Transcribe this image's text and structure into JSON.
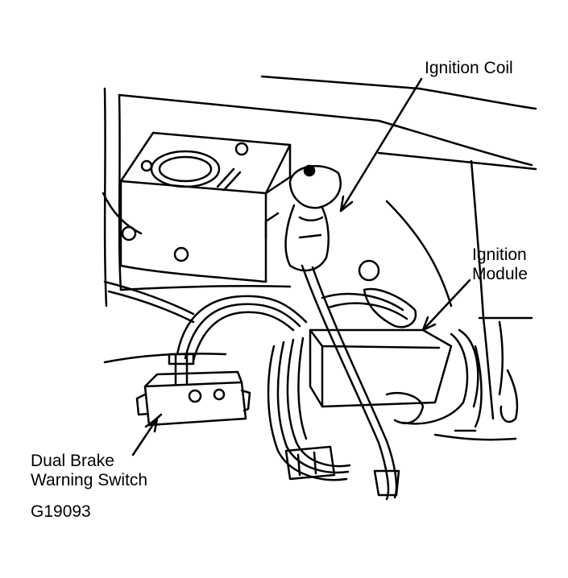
{
  "callouts": {
    "ignition_coil": "Ignition Coil",
    "ignition_module": [
      "Ignition",
      "Module"
    ],
    "brake_switch": [
      "Dual Brake",
      "Warning Switch"
    ]
  },
  "figure_id": "G19093",
  "colors": {
    "ink": "#000000",
    "paper": "#ffffff"
  }
}
